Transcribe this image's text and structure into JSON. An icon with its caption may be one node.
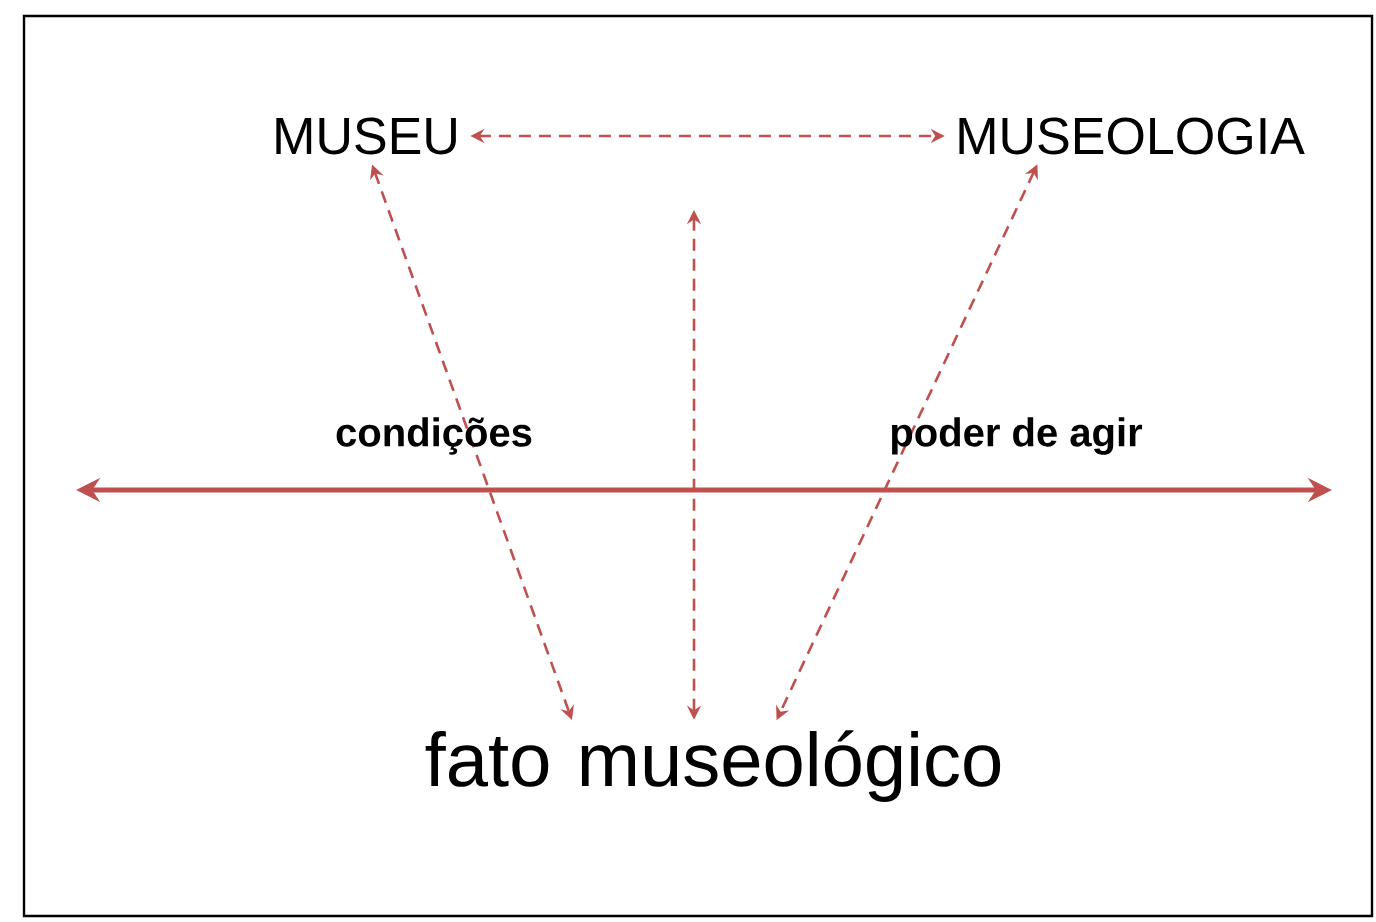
{
  "diagram": {
    "nodes": [
      {
        "text": [
          "MUSEU"
        ]
      },
      {
        "text": [
          "MUSEOLOGIA"
        ]
      },
      {
        "text": [
          "fato museológico"
        ]
      }
    ],
    "edges": [
      {
        "from": 0,
        "to": 1,
        "arrow": "both",
        "style": "dashed"
      },
      {
        "from": 0,
        "to": 2,
        "arrow": "both",
        "style": "dashed"
      },
      {
        "from": null,
        "to": 2,
        "arrow": "both",
        "style": "dashed"
      },
      {
        "from": 1,
        "to": 2,
        "arrow": "both",
        "style": "dashed"
      }
    ],
    "labels": [
      "condições",
      "poder de agir"
    ]
  }
}
